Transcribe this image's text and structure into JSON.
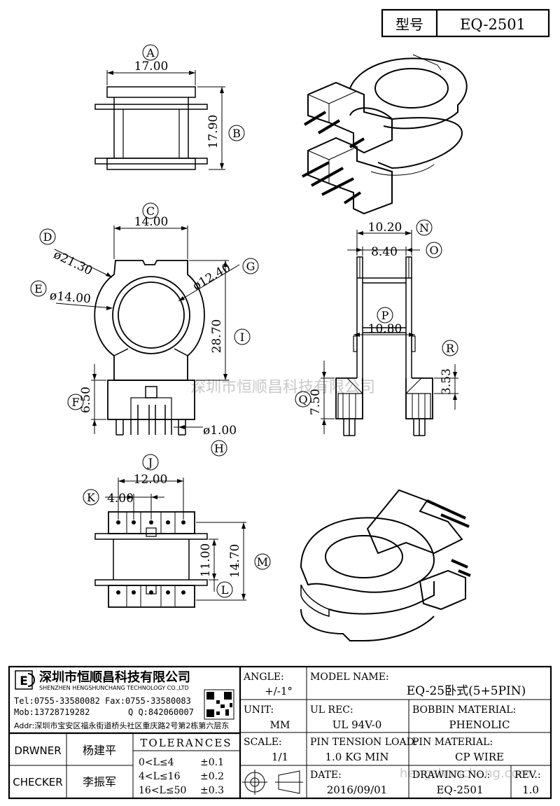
{
  "header": {
    "label": "型号",
    "value": "EQ-2501"
  },
  "dims": {
    "A": "17.00",
    "B": "17.90",
    "C": "14.00",
    "D": "ø21.30",
    "E": "ø14.00",
    "G": "ø12.40",
    "I": "28.70",
    "F": "6.50",
    "H": "ø1.00",
    "N": "10.20",
    "O": "8.40",
    "P": "10.80",
    "R": "3.53",
    "Q": "7.50",
    "J": "12.00",
    "K": "4.00",
    "L": "11.00",
    "M": "14.70"
  },
  "callouts": [
    "A",
    "B",
    "C",
    "D",
    "E",
    "F",
    "G",
    "H",
    "I",
    "J",
    "K",
    "L",
    "M",
    "N",
    "O",
    "P",
    "Q",
    "R"
  ],
  "watermark": {
    "center": "深圳市恒顺昌科技有限公司",
    "bottom": "hengshunchang.com"
  },
  "company": {
    "name_cn": "深圳市恒顺昌科技有限公司",
    "name_en": "SHENZHEN HENGSHUNCHANG TECHNOLOGY CO.,LTD",
    "tel": "Tel:0755-33580082 Fax:0755-33580083",
    "mob": "Mob:13728719282",
    "qq": "Q Q:842060007",
    "addr": "Addr:深圳市宝安区福永街道桥头社区重庆路2号第2栋第六层东"
  },
  "title_block": {
    "angle_label": "ANGLE:",
    "angle_value": "+/-1°",
    "unit_label": "UNIT:",
    "unit_value": "MM",
    "scale_label": "SCALE:",
    "scale_value": "1/1",
    "model_label": "MODEL NAME:",
    "model_value": "EQ-25卧式(5+5PIN)",
    "ulrec_label": "UL REC:",
    "ulrec_value": "UL 94V-0",
    "bobbin_label": "BOBBIN MATERIAL:",
    "bobbin_value": "PHENOLIC",
    "pintension_label": "PIN TENSION LOAD:",
    "pintension_value": "1.0 KG MIN",
    "pinmat_label": "PIN MATERIAL:",
    "pinmat_value": "CP WIRE",
    "date_label": "DATE:",
    "date_value": "2016/09/01",
    "drawingno_label": "DRAWING NO.:",
    "drawingno_value": "EQ-2501",
    "rev_label": "REV.:",
    "rev_value": "1.0",
    "drwner_label": "DRWNER",
    "drwner_value": "杨建平",
    "checker_label": "CHECKER",
    "checker_value": "李振军",
    "tol_title": "TOLERANCES",
    "tol_rows": [
      {
        "range": "0<L≤4",
        "tol": "±0.1"
      },
      {
        "range": "4<L≤16",
        "tol": "±0.2"
      },
      {
        "range": "16<L≤50",
        "tol": "±0.3"
      }
    ]
  }
}
